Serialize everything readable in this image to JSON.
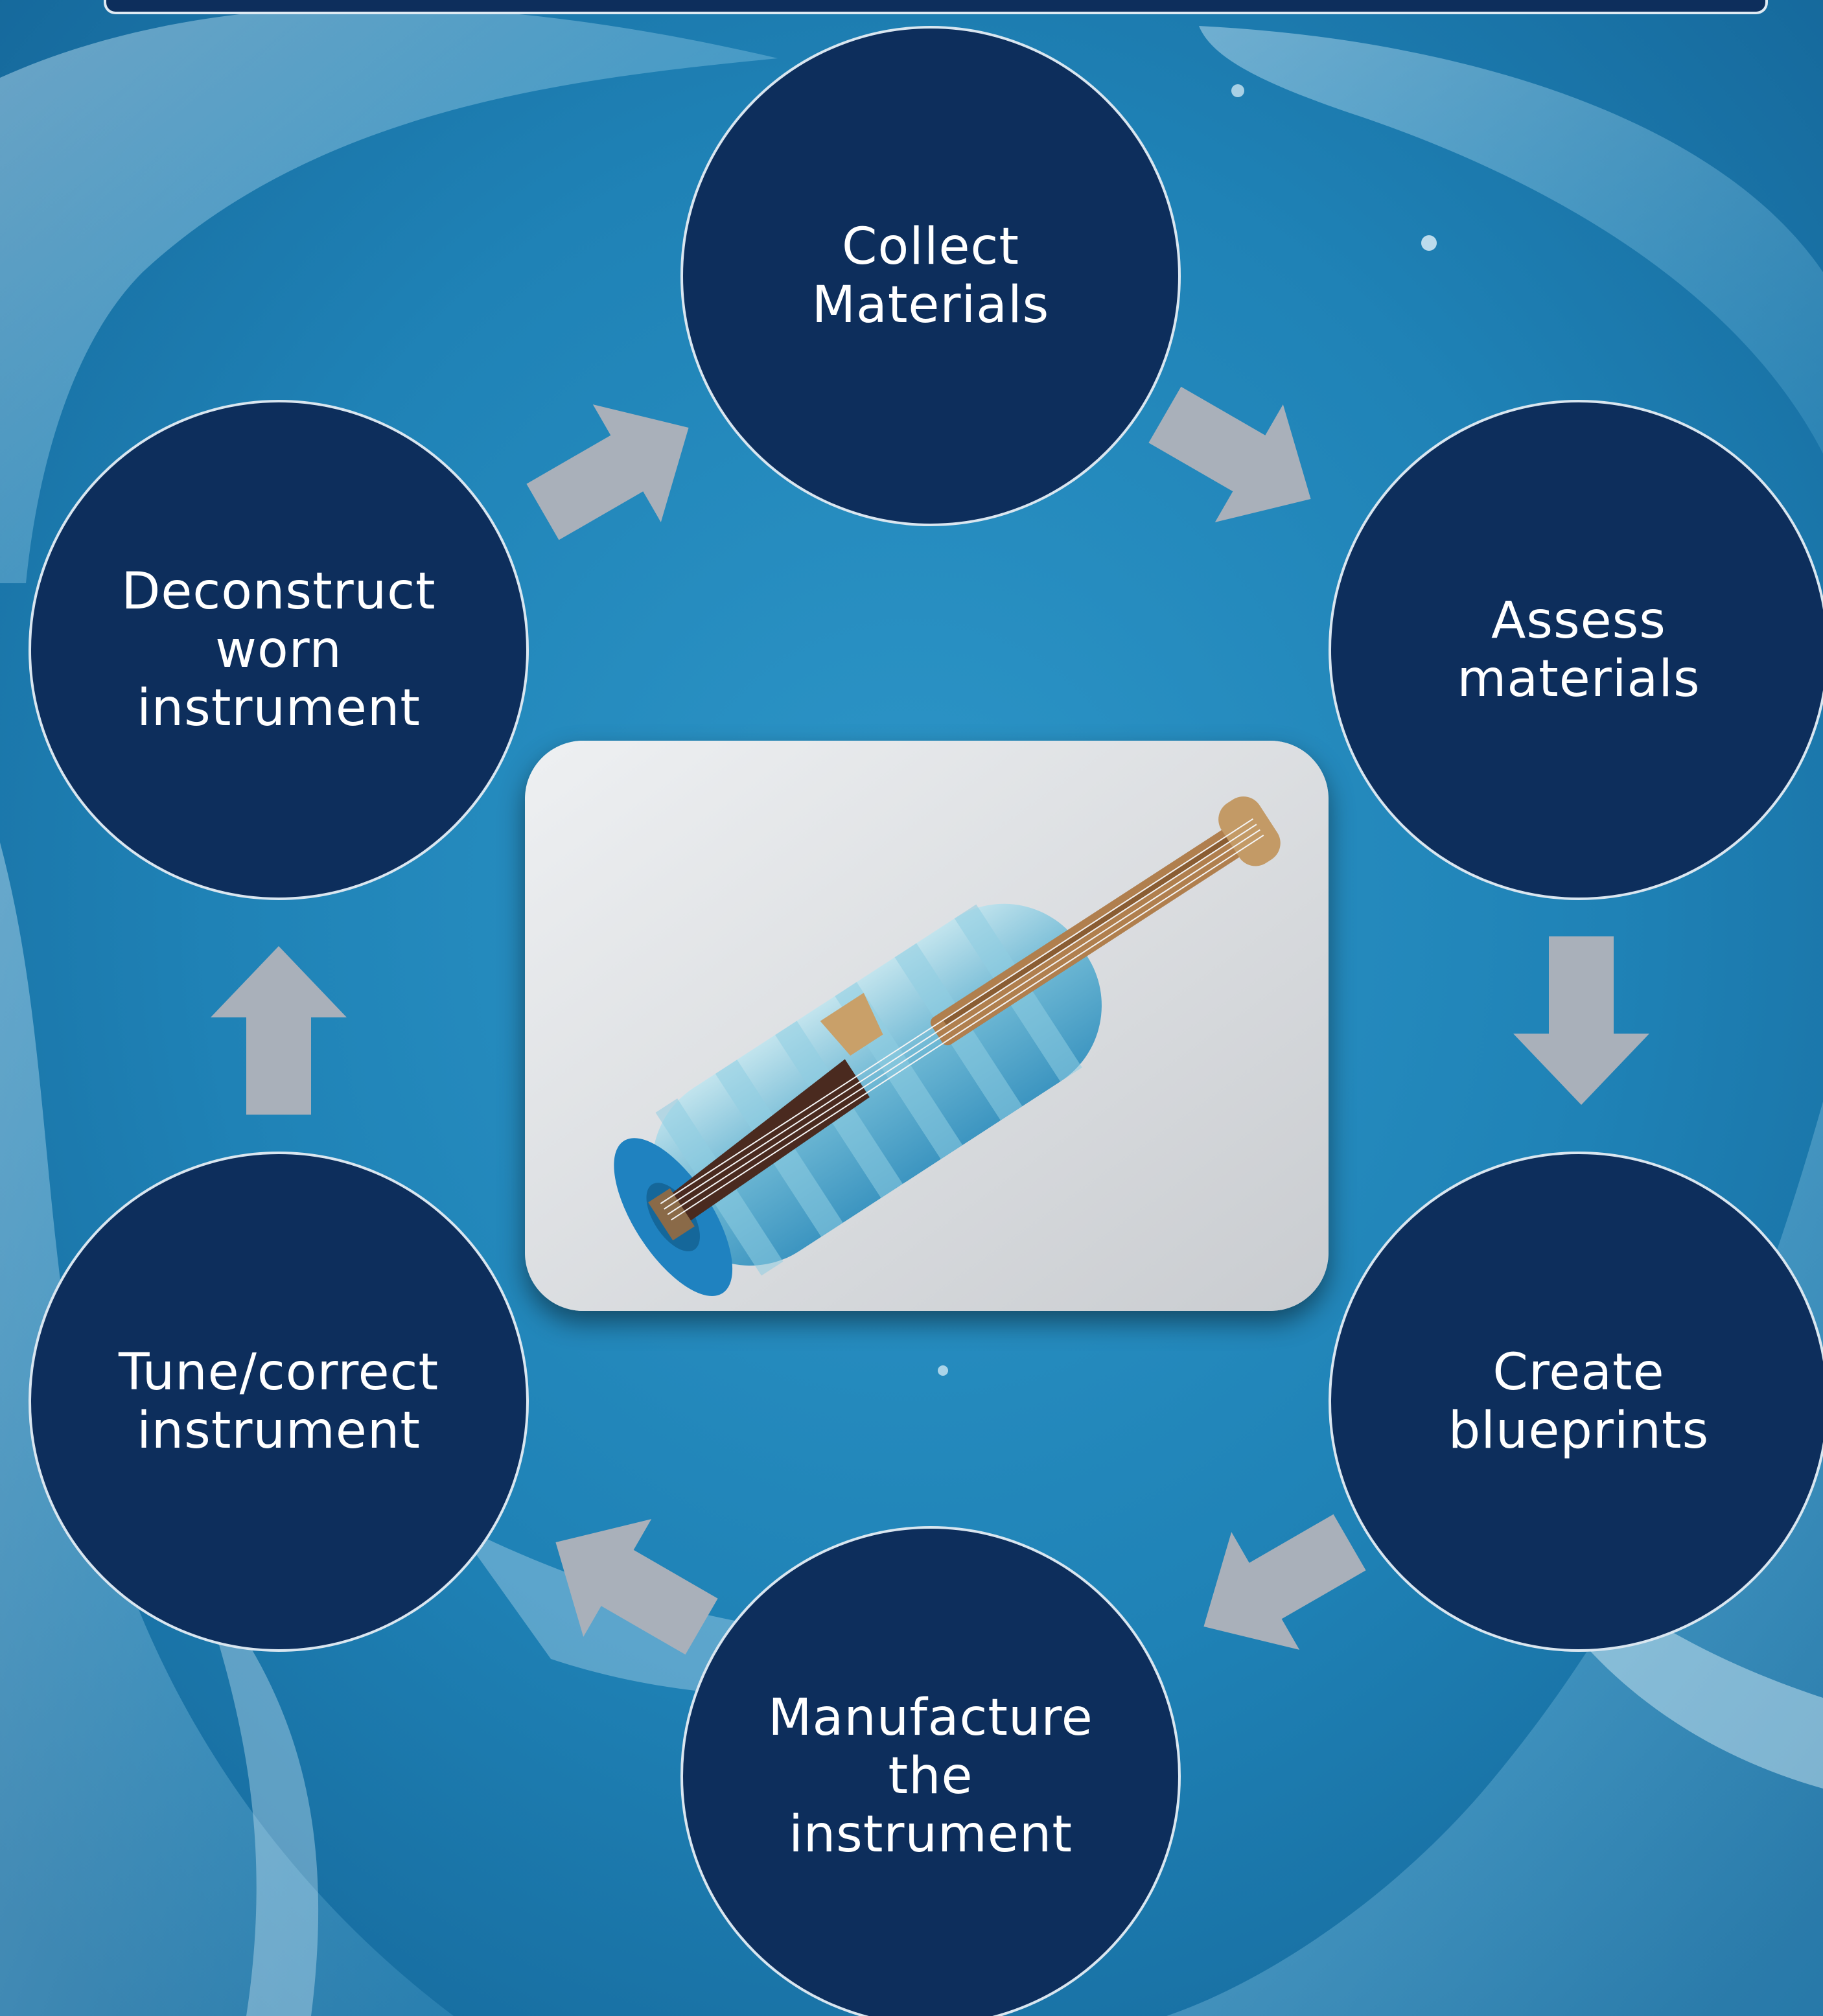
{
  "diagram": {
    "type": "cycle",
    "steps": [
      {
        "id": "collect",
        "label": "Collect\nMaterials"
      },
      {
        "id": "assess",
        "label": "Assess\nmaterials"
      },
      {
        "id": "blueprints",
        "label": "Create\nblueprints"
      },
      {
        "id": "manufacture",
        "label": "Manufacture\nthe\ninstrument"
      },
      {
        "id": "tune",
        "label": "Tune/correct\ninstrument"
      },
      {
        "id": "deconstruct",
        "label": "Deconstruct\nworn\ninstrument"
      }
    ],
    "center_image": "water-bottle-instrument-photo"
  },
  "colors": {
    "circle_fill": "#0d2e5c",
    "circle_border": "#d9e6f0",
    "arrow_fill": "#a9b0ba",
    "background": "#1f7fb2",
    "text": "#ffffff"
  }
}
